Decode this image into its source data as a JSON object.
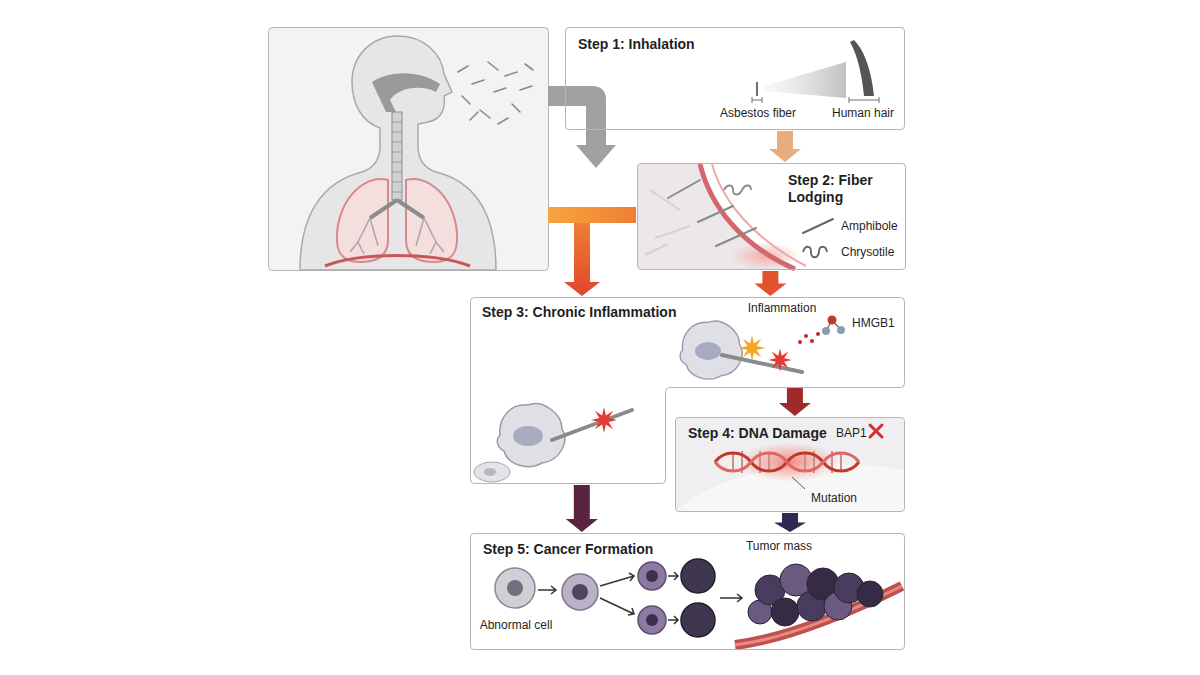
{
  "diagram": {
    "nodes": [
      {
        "text": [
          "Step 1: Inhalation",
          "Asbestos fiber",
          "Human hair"
        ]
      },
      {
        "text": [
          "Step 2: Fiber Lodging",
          "Amphibole",
          "Chrysotile"
        ]
      },
      {
        "text": [
          "Step 3: Chronic Inflammation",
          "Inflammation",
          "HMGB1"
        ]
      },
      {
        "text": [
          "Step 4: DNA Damage",
          "BAP1",
          "Mutation"
        ]
      },
      {
        "text": [
          "Step 5: Cancer Formation",
          "Abnormal cell",
          "Tumor mass"
        ]
      }
    ],
    "edges": [
      {
        "from": 0,
        "to": 1,
        "arrow": "to"
      },
      {
        "from": 1,
        "to": 2,
        "arrow": "to"
      },
      {
        "from": 2,
        "to": 3,
        "arrow": "to"
      },
      {
        "from": 2,
        "to": 4,
        "arrow": "to"
      },
      {
        "from": 3,
        "to": 4,
        "arrow": "to"
      }
    ]
  }
}
